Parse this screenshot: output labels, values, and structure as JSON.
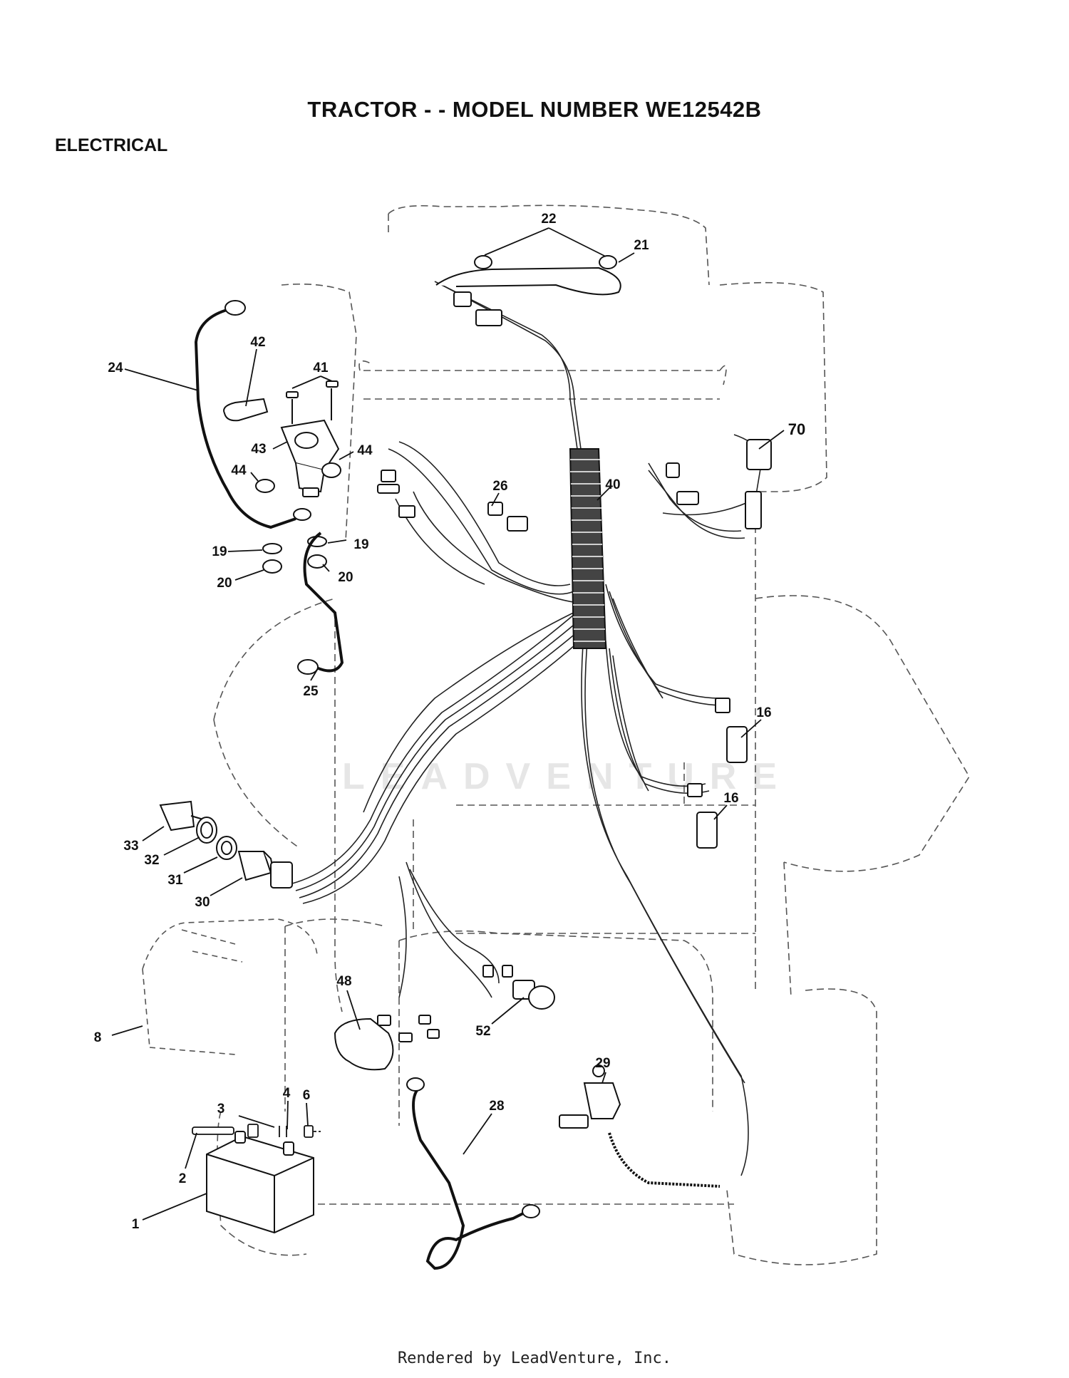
{
  "header": {
    "title": "TRACTOR - - MODEL NUMBER WE12542B",
    "section": "ELECTRICAL"
  },
  "watermark": "LEADVENTURE",
  "footer": "Rendered by LeadVenture, Inc.",
  "callouts": [
    {
      "id": "c22",
      "text": "22"
    },
    {
      "id": "c21",
      "text": "21"
    },
    {
      "id": "c24",
      "text": "24"
    },
    {
      "id": "c42",
      "text": "42"
    },
    {
      "id": "c41",
      "text": "41"
    },
    {
      "id": "c43",
      "text": "43"
    },
    {
      "id": "c44a",
      "text": "44"
    },
    {
      "id": "c44b",
      "text": "44"
    },
    {
      "id": "c70",
      "text": "70"
    },
    {
      "id": "c26",
      "text": "26"
    },
    {
      "id": "c40",
      "text": "40"
    },
    {
      "id": "c19a",
      "text": "19"
    },
    {
      "id": "c19b",
      "text": "19"
    },
    {
      "id": "c20a",
      "text": "20"
    },
    {
      "id": "c20b",
      "text": "20"
    },
    {
      "id": "c25",
      "text": "25"
    },
    {
      "id": "c16a",
      "text": "16"
    },
    {
      "id": "c16b",
      "text": "16"
    },
    {
      "id": "c33",
      "text": "33"
    },
    {
      "id": "c32",
      "text": "32"
    },
    {
      "id": "c31",
      "text": "31"
    },
    {
      "id": "c30",
      "text": "30"
    },
    {
      "id": "c48",
      "text": "48"
    },
    {
      "id": "c52",
      "text": "52"
    },
    {
      "id": "c8",
      "text": "8"
    },
    {
      "id": "c29",
      "text": "29"
    },
    {
      "id": "c4",
      "text": "4"
    },
    {
      "id": "c6",
      "text": "6"
    },
    {
      "id": "c3",
      "text": "3"
    },
    {
      "id": "c28",
      "text": "28"
    },
    {
      "id": "c2",
      "text": "2"
    },
    {
      "id": "c1",
      "text": "1"
    }
  ]
}
